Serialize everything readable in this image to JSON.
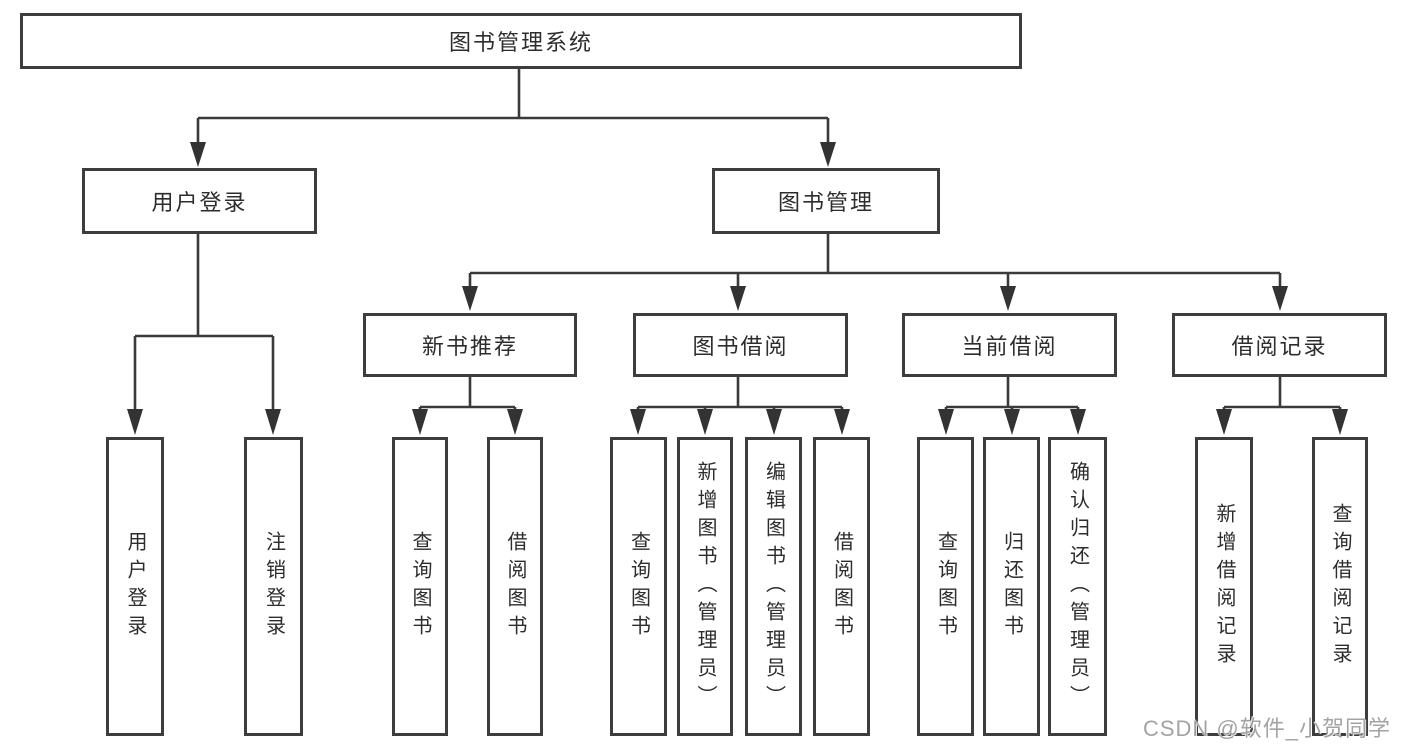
{
  "diagram": {
    "root": {
      "label": "图书管理系统"
    },
    "level2": [
      {
        "label": "用户登录"
      },
      {
        "label": "图书管理"
      }
    ],
    "level3": [
      {
        "label": "新书推荐"
      },
      {
        "label": "图书借阅"
      },
      {
        "label": "当前借阅"
      },
      {
        "label": "借阅记录"
      }
    ],
    "leaves": {
      "user_login": [
        {
          "label": "用户登录"
        },
        {
          "label": "注销登录"
        }
      ],
      "new_book": [
        {
          "label": "查询图书"
        },
        {
          "label": "借阅图书"
        }
      ],
      "book_borrow": [
        {
          "label": "查询图书"
        },
        {
          "label": "新增图书（管理员）"
        },
        {
          "label": "编辑图书（管理员）"
        },
        {
          "label": "借阅图书"
        }
      ],
      "current_borrow": [
        {
          "label": "查询图书"
        },
        {
          "label": "归还图书"
        },
        {
          "label": "确认归还（管理员）"
        }
      ],
      "borrow_record": [
        {
          "label": "新增借阅记录"
        },
        {
          "label": "查询借阅记录"
        }
      ]
    },
    "watermark": "CSDN @软件_小贺同学",
    "colors": {
      "line": "#3a3a3a",
      "box_border": "#3d3d3d",
      "text": "#2d2d2d",
      "watermark": "#9e9e9e",
      "background": "#ffffff"
    }
  }
}
